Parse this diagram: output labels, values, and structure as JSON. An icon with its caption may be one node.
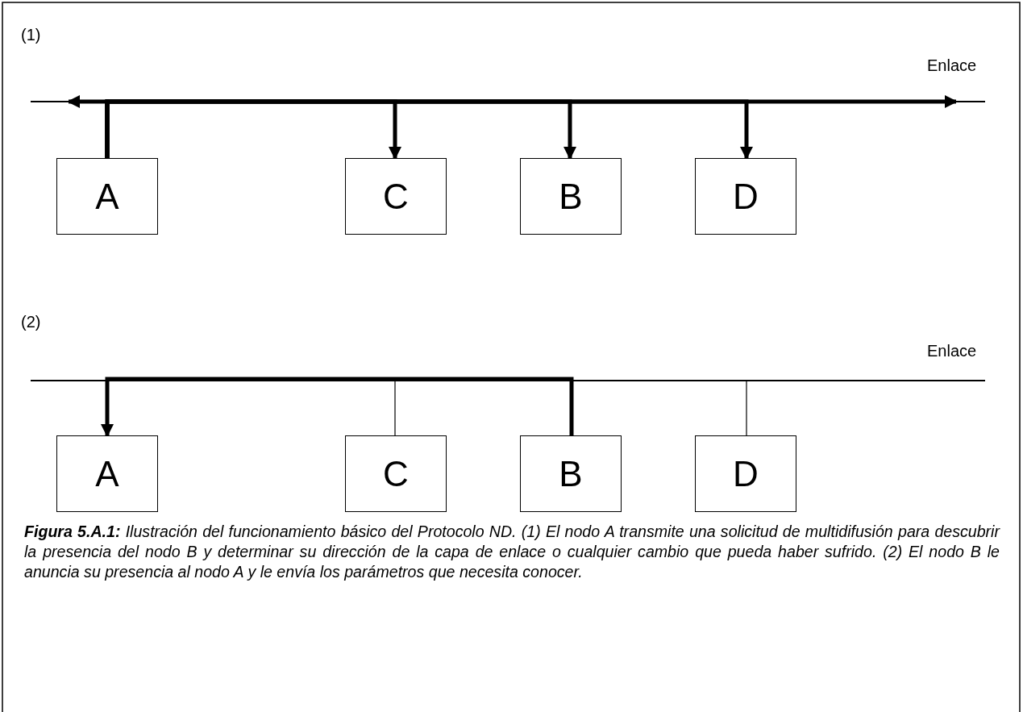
{
  "diagram": {
    "caption": "**Figura 5.A.1:** Ilustración del funcionamiento básico del Protocolo ND. (1) El nodo A transmite una solicitud de multidifusión para descubrir la presencia del nodo B y determinar su dirección de la capa de enlace o cualquier cambio que pueda haber sufrido. (2) El nodo B le anuncia su presencia al nodo A y le envía los parámetros que necesita conocer.",
    "nodes": [
      {
        "text": [],
        "shape": "bar",
        "beside": [
          "Enlace"
        ]
      },
      {
        "text": [
          "A"
        ]
      },
      {
        "text": [
          "C"
        ]
      },
      {
        "text": [
          "B"
        ]
      },
      {
        "text": [
          "D"
        ]
      },
      {
        "text": [],
        "shape": "bar",
        "beside": [
          "Enlace"
        ]
      },
      {
        "text": [
          "A"
        ]
      },
      {
        "text": [
          "C"
        ]
      },
      {
        "text": [
          "B"
        ]
      },
      {
        "text": [
          "D"
        ]
      }
    ],
    "edges": [
      {
        "from": 1,
        "to": 2,
        "arrow": "to"
      },
      {
        "from": 1,
        "to": 3,
        "arrow": "to"
      },
      {
        "from": 1,
        "to": 4,
        "arrow": "to"
      },
      {
        "from": 1,
        "to": 0,
        "arrow": "to"
      },
      {
        "from": 1,
        "to": 0,
        "arrow": "to"
      },
      {
        "from": 8,
        "to": 6,
        "arrow": "to"
      },
      {
        "from": 7,
        "to": 5,
        "arrow": "none"
      },
      {
        "from": 9,
        "to": 5,
        "arrow": "none"
      }
    ],
    "labels": [
      "(1)",
      "(2)"
    ]
  }
}
